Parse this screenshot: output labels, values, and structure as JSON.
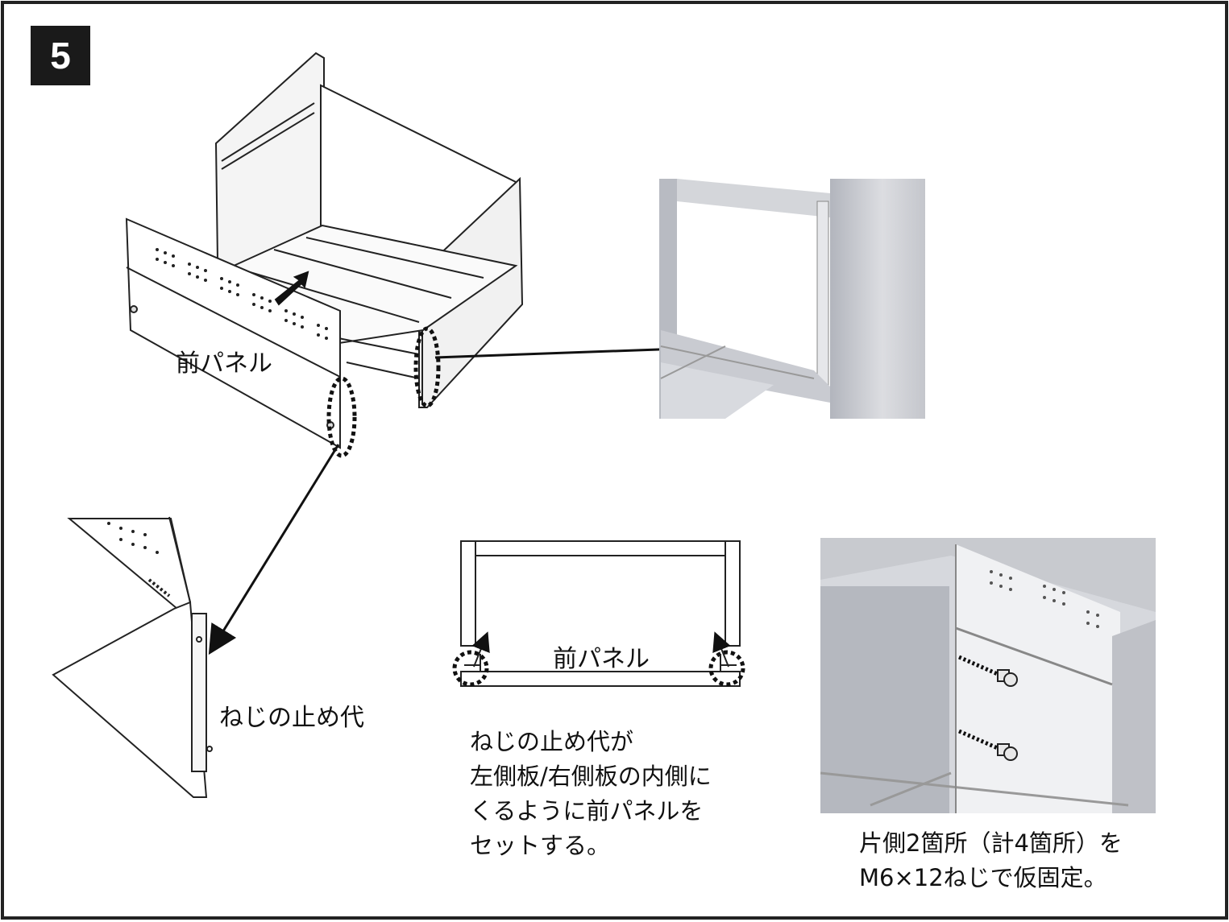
{
  "step": {
    "number": "5"
  },
  "labels": {
    "front_panel_main": "前パネル",
    "front_panel_diagram": "前パネル",
    "screw_margin": "ねじの止め代"
  },
  "instructions_left": {
    "line1": "ねじの止め代が",
    "line2": "左側板/右側板の内側に",
    "line3": "くるように前パネルを",
    "line4": "セットする。"
  },
  "instructions_right": {
    "line1": "片側2箇所（計4箇所）を",
    "line2": "M6×12ねじで仮固定。"
  },
  "colors": {
    "badge": "#1a1a1a",
    "line": "#222222",
    "photo_gray": "#c9cbd1",
    "panel_gray": "#b9bcc3"
  }
}
